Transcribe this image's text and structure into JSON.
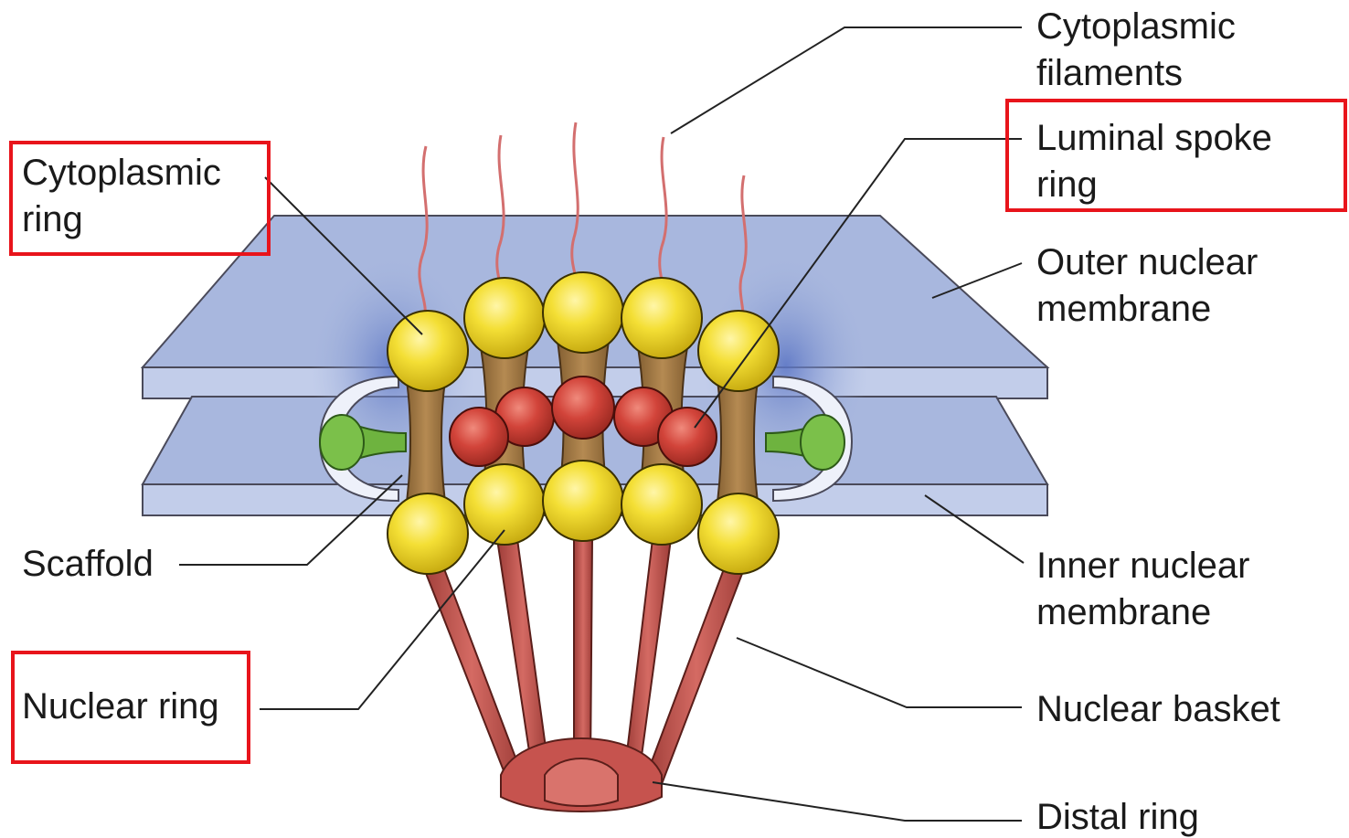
{
  "labels": {
    "cytoplasmic_filaments": [
      "Cytoplasmic",
      "filaments"
    ],
    "luminal_spoke_ring": [
      "Luminal spoke",
      "ring"
    ],
    "outer_nuclear_membrane": [
      "Outer nuclear",
      "membrane"
    ],
    "cytoplasmic_ring": [
      "Cytoplasmic",
      "ring"
    ],
    "scaffold": [
      "Scaffold"
    ],
    "inner_nuclear_membrane": [
      "Inner nuclear",
      "membrane"
    ],
    "nuclear_ring": [
      "Nuclear ring"
    ],
    "nuclear_basket": [
      "Nuclear basket"
    ],
    "distal_ring": [
      "Distal ring"
    ]
  },
  "highlighted": [
    "cytoplasmic_ring",
    "luminal_spoke_ring",
    "nuclear_ring"
  ],
  "colors": {
    "membrane": "#a4b4dc",
    "membrane_shadow": "#6f85c7",
    "scaffold": "#a07a46",
    "ring_yellow": "#f1dc2e",
    "spoke_red": "#cc3b30",
    "anchor_green": "#6eb33f",
    "filament": "#d06a6a",
    "basket": "#c6534e",
    "highlight_box": "#e8141b"
  }
}
